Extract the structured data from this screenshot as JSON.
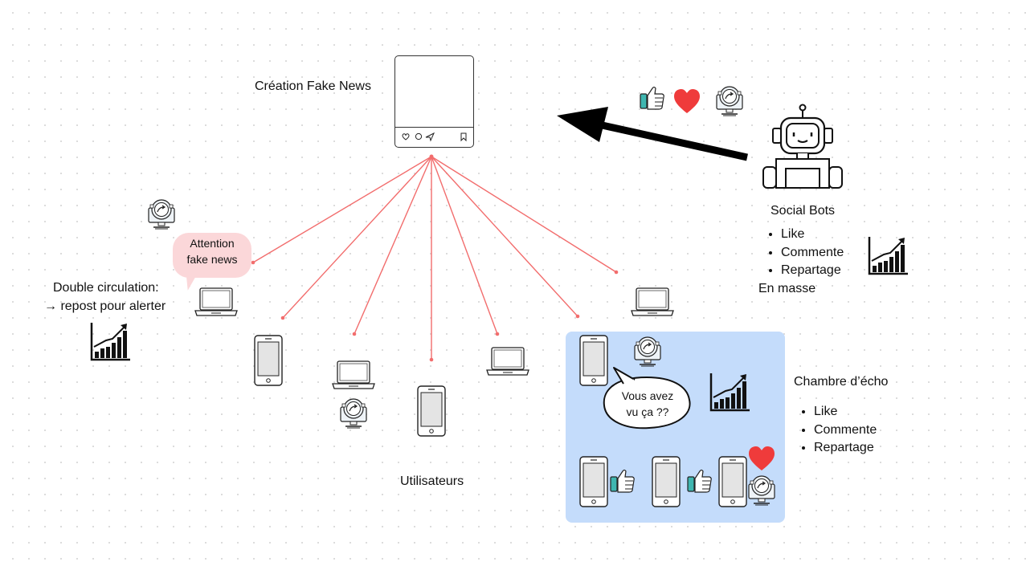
{
  "title": "Création Fake News",
  "bots": {
    "label": "Social Bots",
    "items": [
      "Like",
      "Commente",
      "Repartage"
    ],
    "suffix": "En masse"
  },
  "double": {
    "line1": "Double circulation:",
    "line2": "→ repost pour alerter"
  },
  "alert_bubble": {
    "line1": "Attention",
    "line2": "fake news"
  },
  "users_label": "Utilisateurs",
  "echo": {
    "label": "Chambre d’écho",
    "items": [
      "Like",
      "Commente",
      "Repartage"
    ],
    "bubble_line1": "Vous avez",
    "bubble_line2": "vu ça ??"
  },
  "colors": {
    "spread_line": "#f26d6d",
    "echo_bg": "#c4dcfb",
    "alert_bg": "#fbd7d9",
    "heart": "#ef3b3b",
    "like_cuff": "#3fb6b0"
  },
  "icons": [
    "post-frame",
    "robot-icon",
    "like-icon",
    "heart-icon",
    "share-monitor-icon",
    "trend-chart-icon",
    "laptop-icon",
    "smartphone-icon",
    "speech-bubble"
  ]
}
